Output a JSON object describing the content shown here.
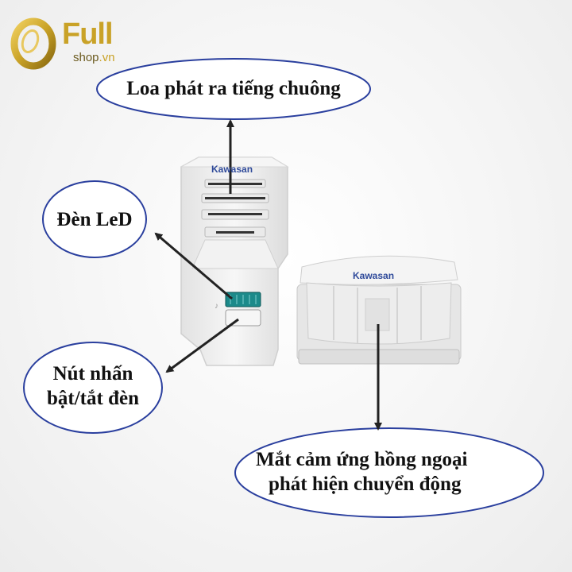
{
  "logo": {
    "name_big": "Full",
    "name_small": "shop",
    "domain_suffix": ".vn",
    "colors": {
      "gold": "#c9a227",
      "dark": "#5a4a1a"
    }
  },
  "devices": {
    "receiver_brand": "Kawasan",
    "sensor_brand": "Kawasan",
    "led_color": "#1c8a8a",
    "body_color": "#eeeeee"
  },
  "callouts": {
    "speaker": "Loa phát ra tiếng chuông",
    "led": "Đèn LeD",
    "button_line1": "Nút nhấn",
    "button_line2": "bật/tắt đèn",
    "sensor_line1": "Mắt cảm ứng hồng ngoại",
    "sensor_line2": "phát hiện chuyển động"
  },
  "colors": {
    "ellipse_stroke": "#2a3f9e",
    "arrow": "#222222"
  }
}
